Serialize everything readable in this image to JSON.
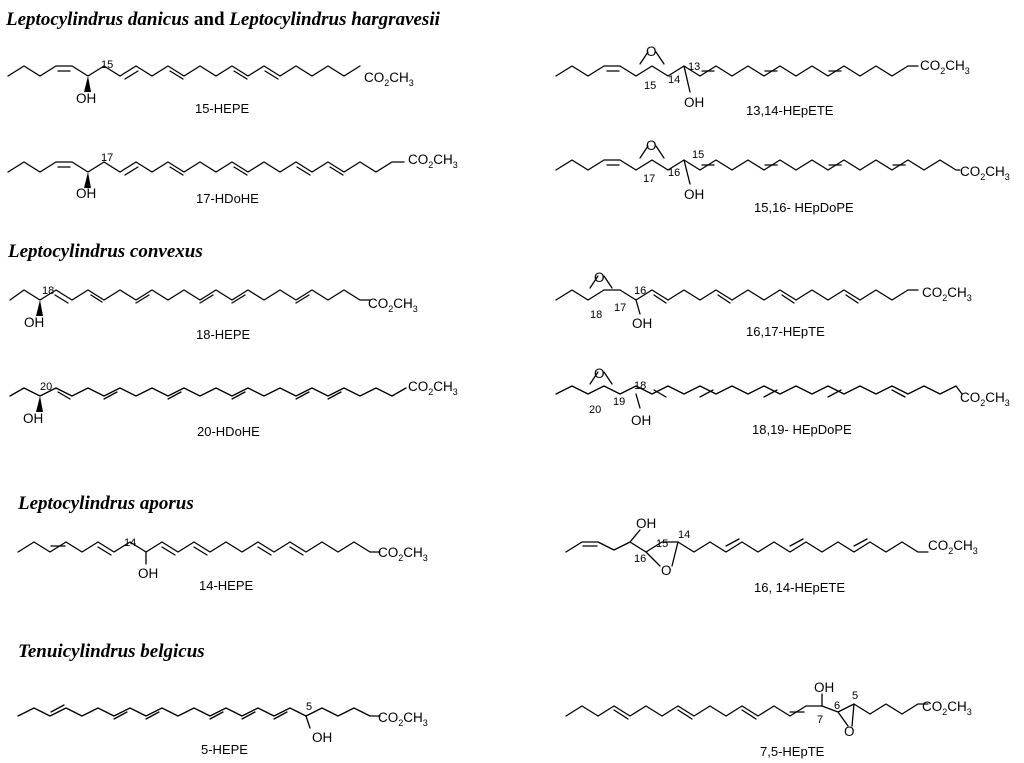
{
  "species": [
    {
      "parts": [
        "Leptocylindrus danicus",
        " and ",
        "Leptocylindrus hargravesii"
      ]
    },
    {
      "parts": [
        "Leptocylindrus convexus"
      ]
    },
    {
      "parts": [
        "Leptocylindrus aporus"
      ]
    },
    {
      "parts": [
        "Tenuicylindrus belgicus"
      ]
    }
  ],
  "ester_group": {
    "main": "CO",
    "sub": "2",
    "tail": "CH",
    "sub2": "3"
  },
  "hydroxyl": "OH",
  "ring_oxygen": "O",
  "structures": [
    {
      "caption": "15-HEPE",
      "locants": [
        "15"
      ]
    },
    {
      "caption": "17-HDoHE",
      "locants": [
        "17"
      ]
    },
    {
      "caption": "18-HEPE",
      "locants": [
        "18"
      ]
    },
    {
      "caption": "20-HDoHE",
      "locants": [
        "20"
      ]
    },
    {
      "caption": "14-HEPE",
      "locants": [
        "14"
      ]
    },
    {
      "caption": "5-HEPE",
      "locants": [
        "5"
      ]
    },
    {
      "caption": "13,14-HEpETE",
      "locants": [
        "13",
        "14",
        "15"
      ]
    },
    {
      "caption": "15,16- HEpDoPE",
      "locants": [
        "15",
        "16",
        "17"
      ]
    },
    {
      "caption": "16,17-HEpTE",
      "locants": [
        "16",
        "17",
        "18"
      ]
    },
    {
      "caption": "18,19- HEpDoPE",
      "locants": [
        "18",
        "19",
        "20"
      ]
    },
    {
      "caption": "16, 14-HEpETE",
      "locants": [
        "14",
        "15",
        "16"
      ]
    },
    {
      "caption": "7,5-HEpTE",
      "locants": [
        "5",
        "6",
        "7"
      ]
    }
  ]
}
